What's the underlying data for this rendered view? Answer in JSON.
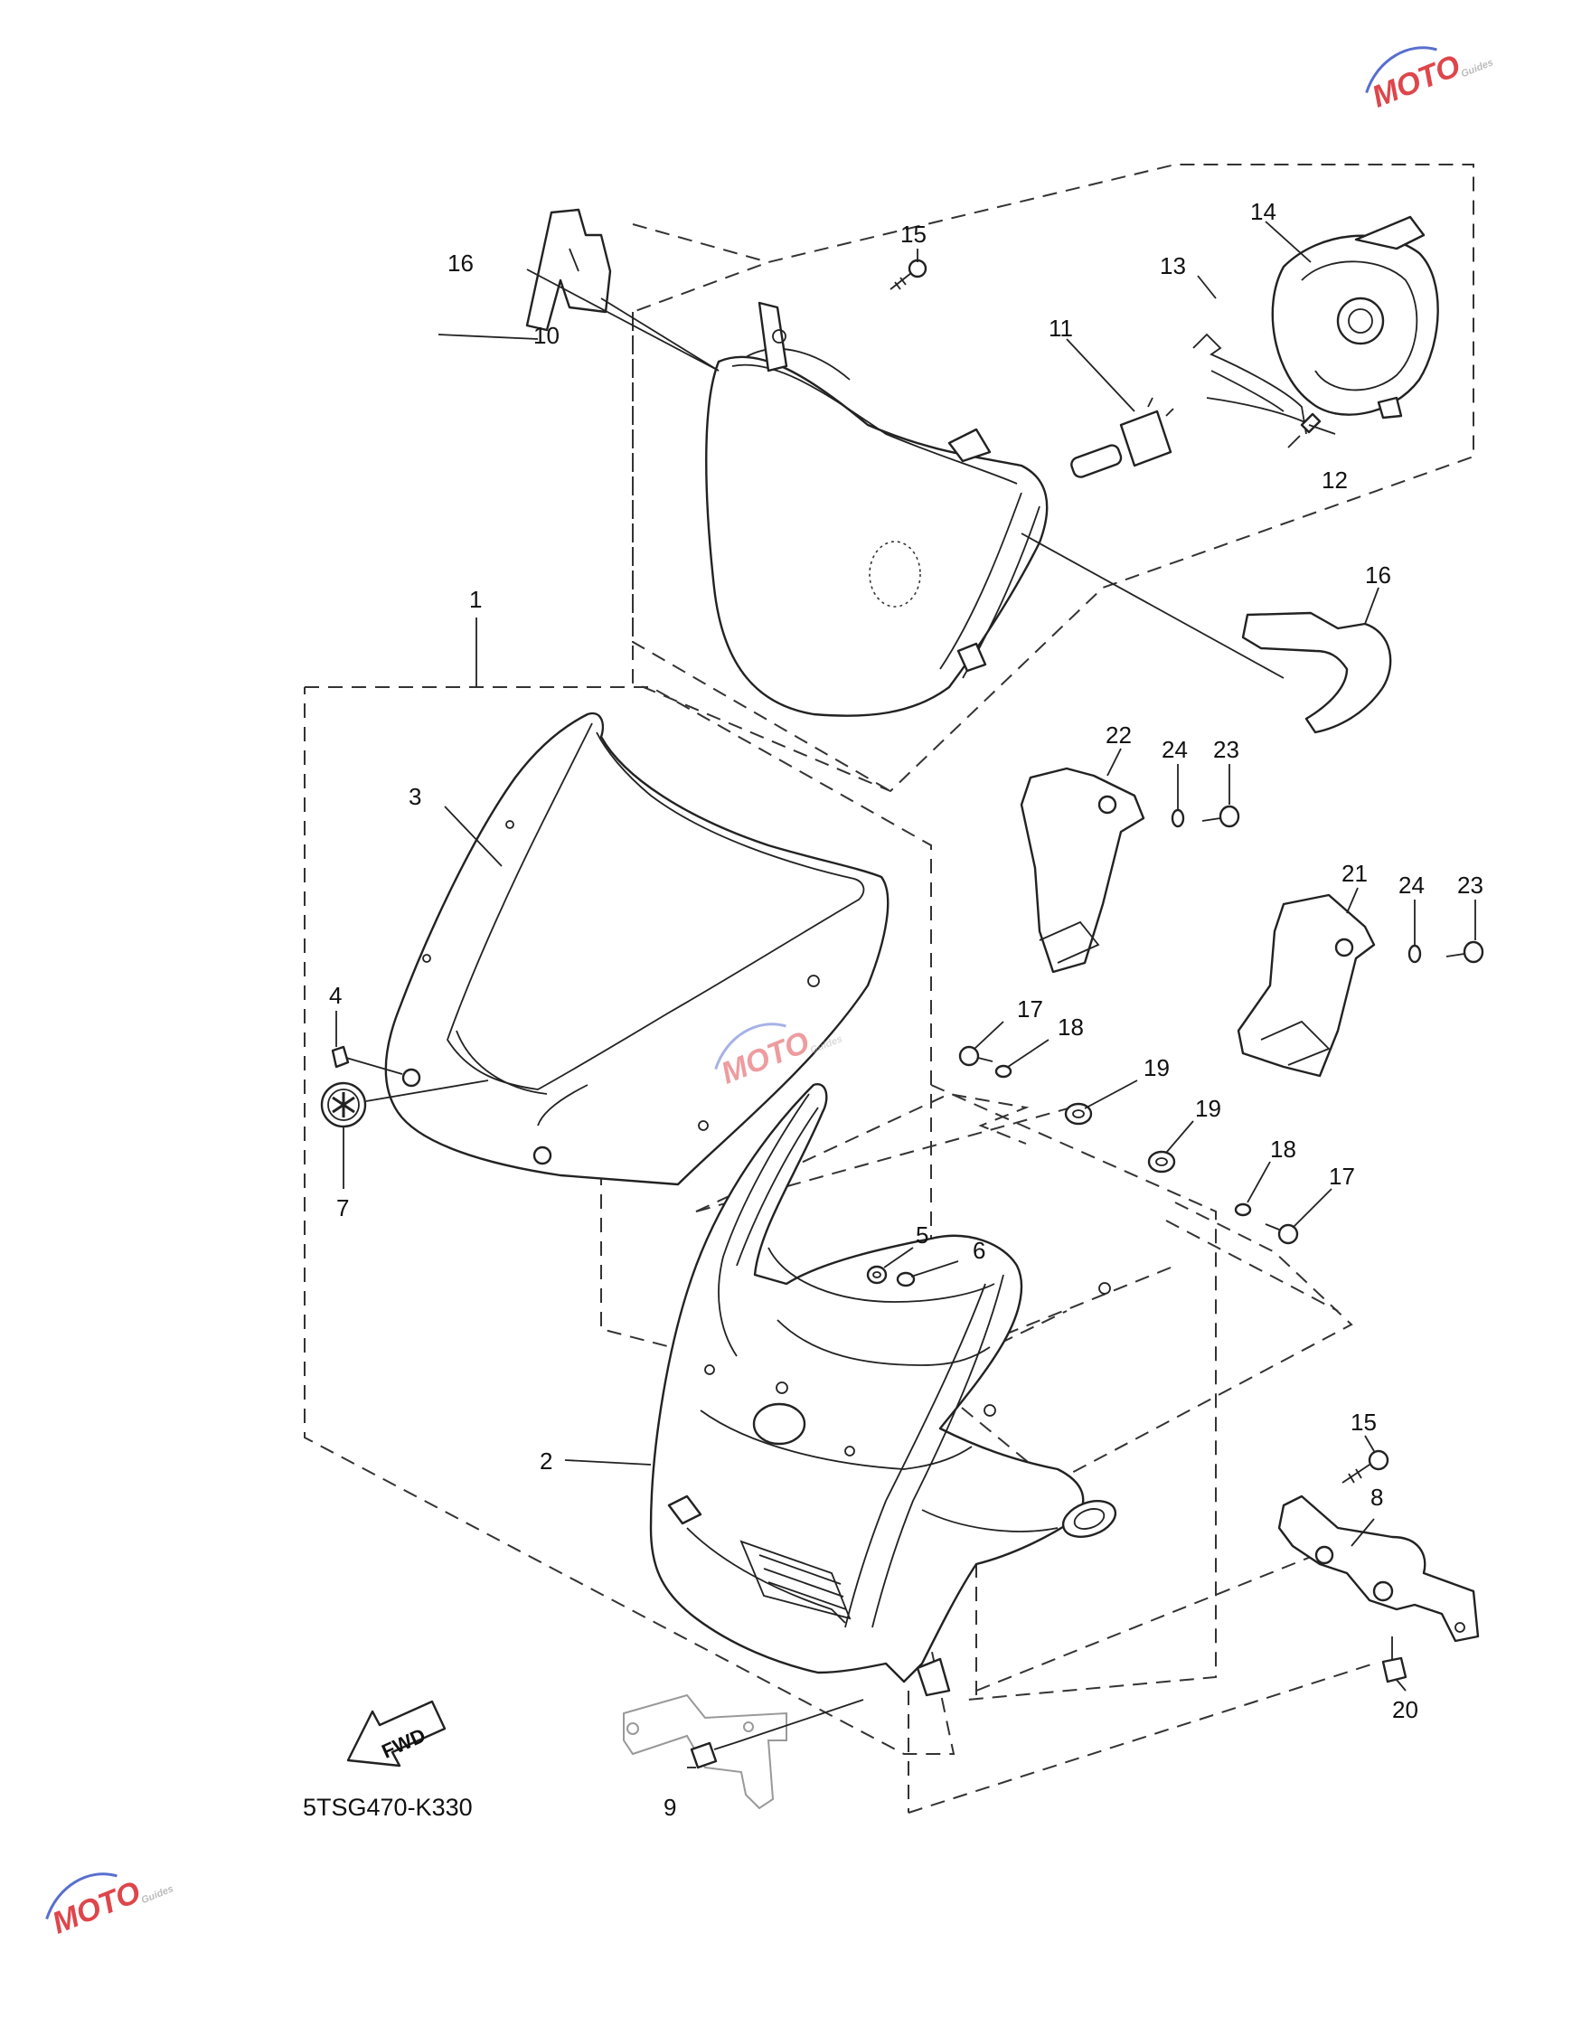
{
  "diagram": {
    "code": "5TSG470-K330",
    "fwd_label": "FWD",
    "watermark": {
      "text": "MOTO",
      "subtext": "Guides"
    },
    "callouts": [
      {
        "id": "c1",
        "text": "1"
      },
      {
        "id": "c2",
        "text": "2"
      },
      {
        "id": "c3",
        "text": "3"
      },
      {
        "id": "c4",
        "text": "4"
      },
      {
        "id": "c5",
        "text": "5"
      },
      {
        "id": "c6",
        "text": "6"
      },
      {
        "id": "c7",
        "text": "7"
      },
      {
        "id": "c8",
        "text": "8"
      },
      {
        "id": "c9",
        "text": "9"
      },
      {
        "id": "c10",
        "text": "10"
      },
      {
        "id": "c11",
        "text": "11"
      },
      {
        "id": "c12",
        "text": "12"
      },
      {
        "id": "c13",
        "text": "13"
      },
      {
        "id": "c14",
        "text": "14"
      },
      {
        "id": "c15a",
        "text": "15"
      },
      {
        "id": "c15b",
        "text": "15"
      },
      {
        "id": "c16a",
        "text": "16"
      },
      {
        "id": "c16b",
        "text": "16"
      },
      {
        "id": "c17a",
        "text": "17"
      },
      {
        "id": "c17b",
        "text": "17"
      },
      {
        "id": "c18a",
        "text": "18"
      },
      {
        "id": "c18b",
        "text": "18"
      },
      {
        "id": "c19a",
        "text": "19"
      },
      {
        "id": "c19b",
        "text": "19"
      },
      {
        "id": "c20",
        "text": "20"
      },
      {
        "id": "c21",
        "text": "21"
      },
      {
        "id": "c22",
        "text": "22"
      },
      {
        "id": "c23a",
        "text": "23"
      },
      {
        "id": "c23b",
        "text": "23"
      },
      {
        "id": "c24a",
        "text": "24"
      },
      {
        "id": "c24b",
        "text": "24"
      }
    ],
    "colors": {
      "line": "#222222",
      "watermark_red": "#d9262c",
      "watermark_blue": "#3b55c7",
      "watermark_gray": "#b0b0b0"
    }
  }
}
